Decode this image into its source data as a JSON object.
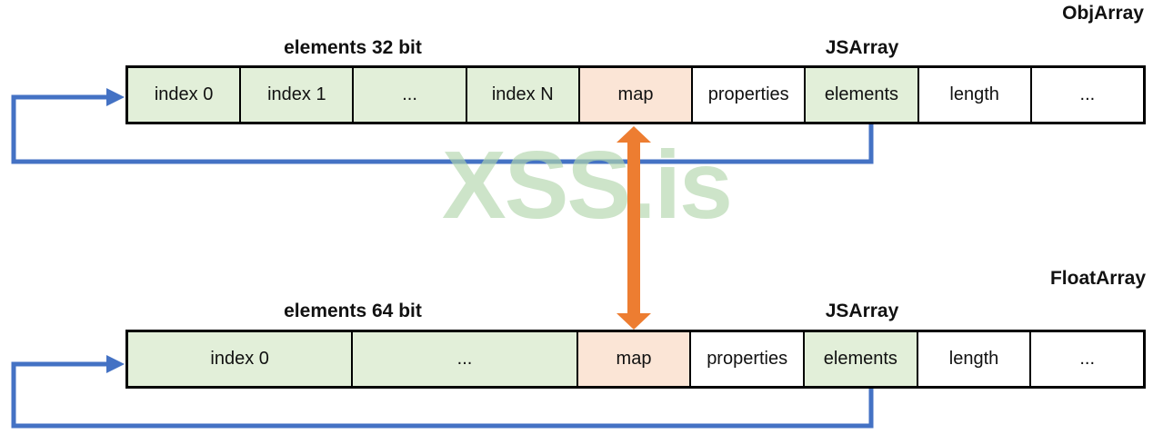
{
  "watermark": {
    "text": "XSS.is"
  },
  "colors": {
    "cell_green": "#e2efd9",
    "cell_peach": "#fbe5d6",
    "cell_white": "#ffffff",
    "arrow_blue": "#4472c4",
    "arrow_orange": "#ed7d31",
    "watermark_green": "rgba(178,214,172,0.65)",
    "border_black": "#000000"
  },
  "arrays": [
    {
      "name": "ObjArray",
      "elements_label": "elements 32 bit",
      "jsarray_label": "JSArray",
      "cells": [
        {
          "name": "cell-index-0",
          "label": "index 0",
          "type": "green",
          "span": 1
        },
        {
          "name": "cell-index-1",
          "label": "index 1",
          "type": "green",
          "span": 1
        },
        {
          "name": "cell-ellipsis",
          "label": "...",
          "type": "green",
          "span": 1
        },
        {
          "name": "cell-index-n",
          "label": "index N",
          "type": "green",
          "span": 1
        },
        {
          "name": "cell-map",
          "label": "map",
          "type": "peach",
          "span": 1
        },
        {
          "name": "cell-properties",
          "label": "properties",
          "type": "white",
          "span": 1
        },
        {
          "name": "cell-elements",
          "label": "elements",
          "type": "green",
          "span": 1
        },
        {
          "name": "cell-length",
          "label": "length",
          "type": "white",
          "span": 1
        },
        {
          "name": "cell-ellipsis-tail",
          "label": "...",
          "type": "white",
          "span": 1
        }
      ]
    },
    {
      "name": "FloatArray",
      "elements_label": "elements 64 bit",
      "jsarray_label": "JSArray",
      "cells": [
        {
          "name": "cell-index-0",
          "label": "index 0",
          "type": "green",
          "span": 2
        },
        {
          "name": "cell-ellipsis",
          "label": "...",
          "type": "green",
          "span": 2
        },
        {
          "name": "cell-map",
          "label": "map",
          "type": "peach",
          "span": 1
        },
        {
          "name": "cell-properties",
          "label": "properties",
          "type": "white",
          "span": 1
        },
        {
          "name": "cell-elements",
          "label": "elements",
          "type": "green",
          "span": 1
        },
        {
          "name": "cell-length",
          "label": "length",
          "type": "white",
          "span": 1
        },
        {
          "name": "cell-ellipsis-tail",
          "label": "...",
          "type": "white",
          "span": 1
        }
      ]
    }
  ]
}
